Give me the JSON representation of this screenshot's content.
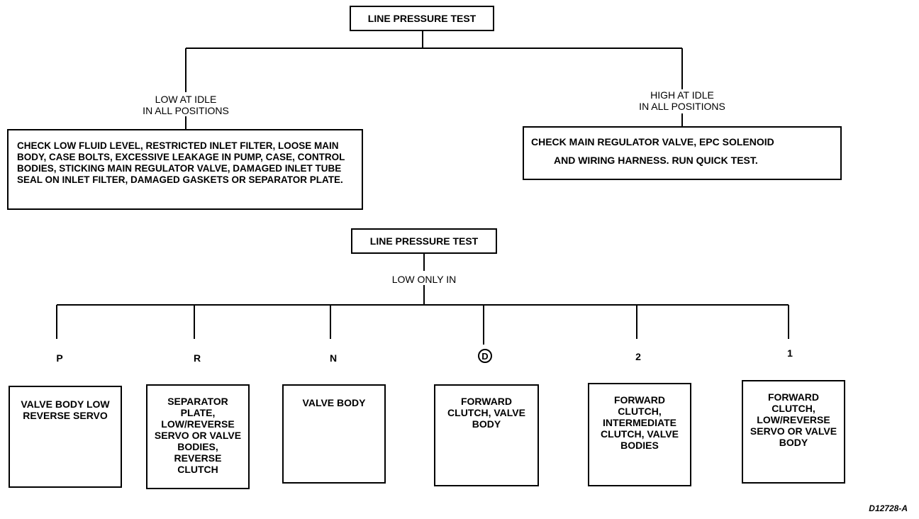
{
  "top": {
    "title": "LINE PRESSURE TEST",
    "left": {
      "condition_line1": "LOW AT IDLE",
      "condition_line2": "IN ALL POSITIONS",
      "action": "CHECK LOW FLUID LEVEL, RESTRICTED INLET FILTER, LOOSE MAIN BODY, CASE BOLTS, EXCESSIVE LEAKAGE IN PUMP, CASE, CONTROL BODIES, STICKING MAIN REGULATOR VALVE, DAMAGED INLET TUBE SEAL ON INLET FILTER, DAMAGED GASKETS OR SEPARATOR PLATE."
    },
    "right": {
      "condition_line1": "HIGH AT IDLE",
      "condition_line2": "IN ALL POSITIONS",
      "action_line1": "CHECK MAIN REGULATOR VALVE, EPC SOLENOID",
      "action_line2": "AND WIRING HARNESS. RUN QUICK TEST."
    }
  },
  "bottom": {
    "title": "LINE PRESSURE TEST",
    "condition": "LOW ONLY IN",
    "branches": [
      {
        "label": "P",
        "result": "VALVE BODY LOW REVERSE SERVO"
      },
      {
        "label": "R",
        "result": "SEPARATOR PLATE, LOW/REVERSE SERVO OR VALVE BODIES, REVERSE CLUTCH"
      },
      {
        "label": "N",
        "result": "VALVE BODY"
      },
      {
        "label": "D",
        "result": "FORWARD CLUTCH, VALVE BODY"
      },
      {
        "label": "2",
        "result": "FORWARD CLUTCH, INTERMEDIATE CLUTCH, VALVE BODIES"
      },
      {
        "label": "1",
        "result": "FORWARD CLUTCH, LOW/REVERSE SERVO OR VALVE BODY"
      }
    ]
  },
  "figure_code": "D12728-A"
}
